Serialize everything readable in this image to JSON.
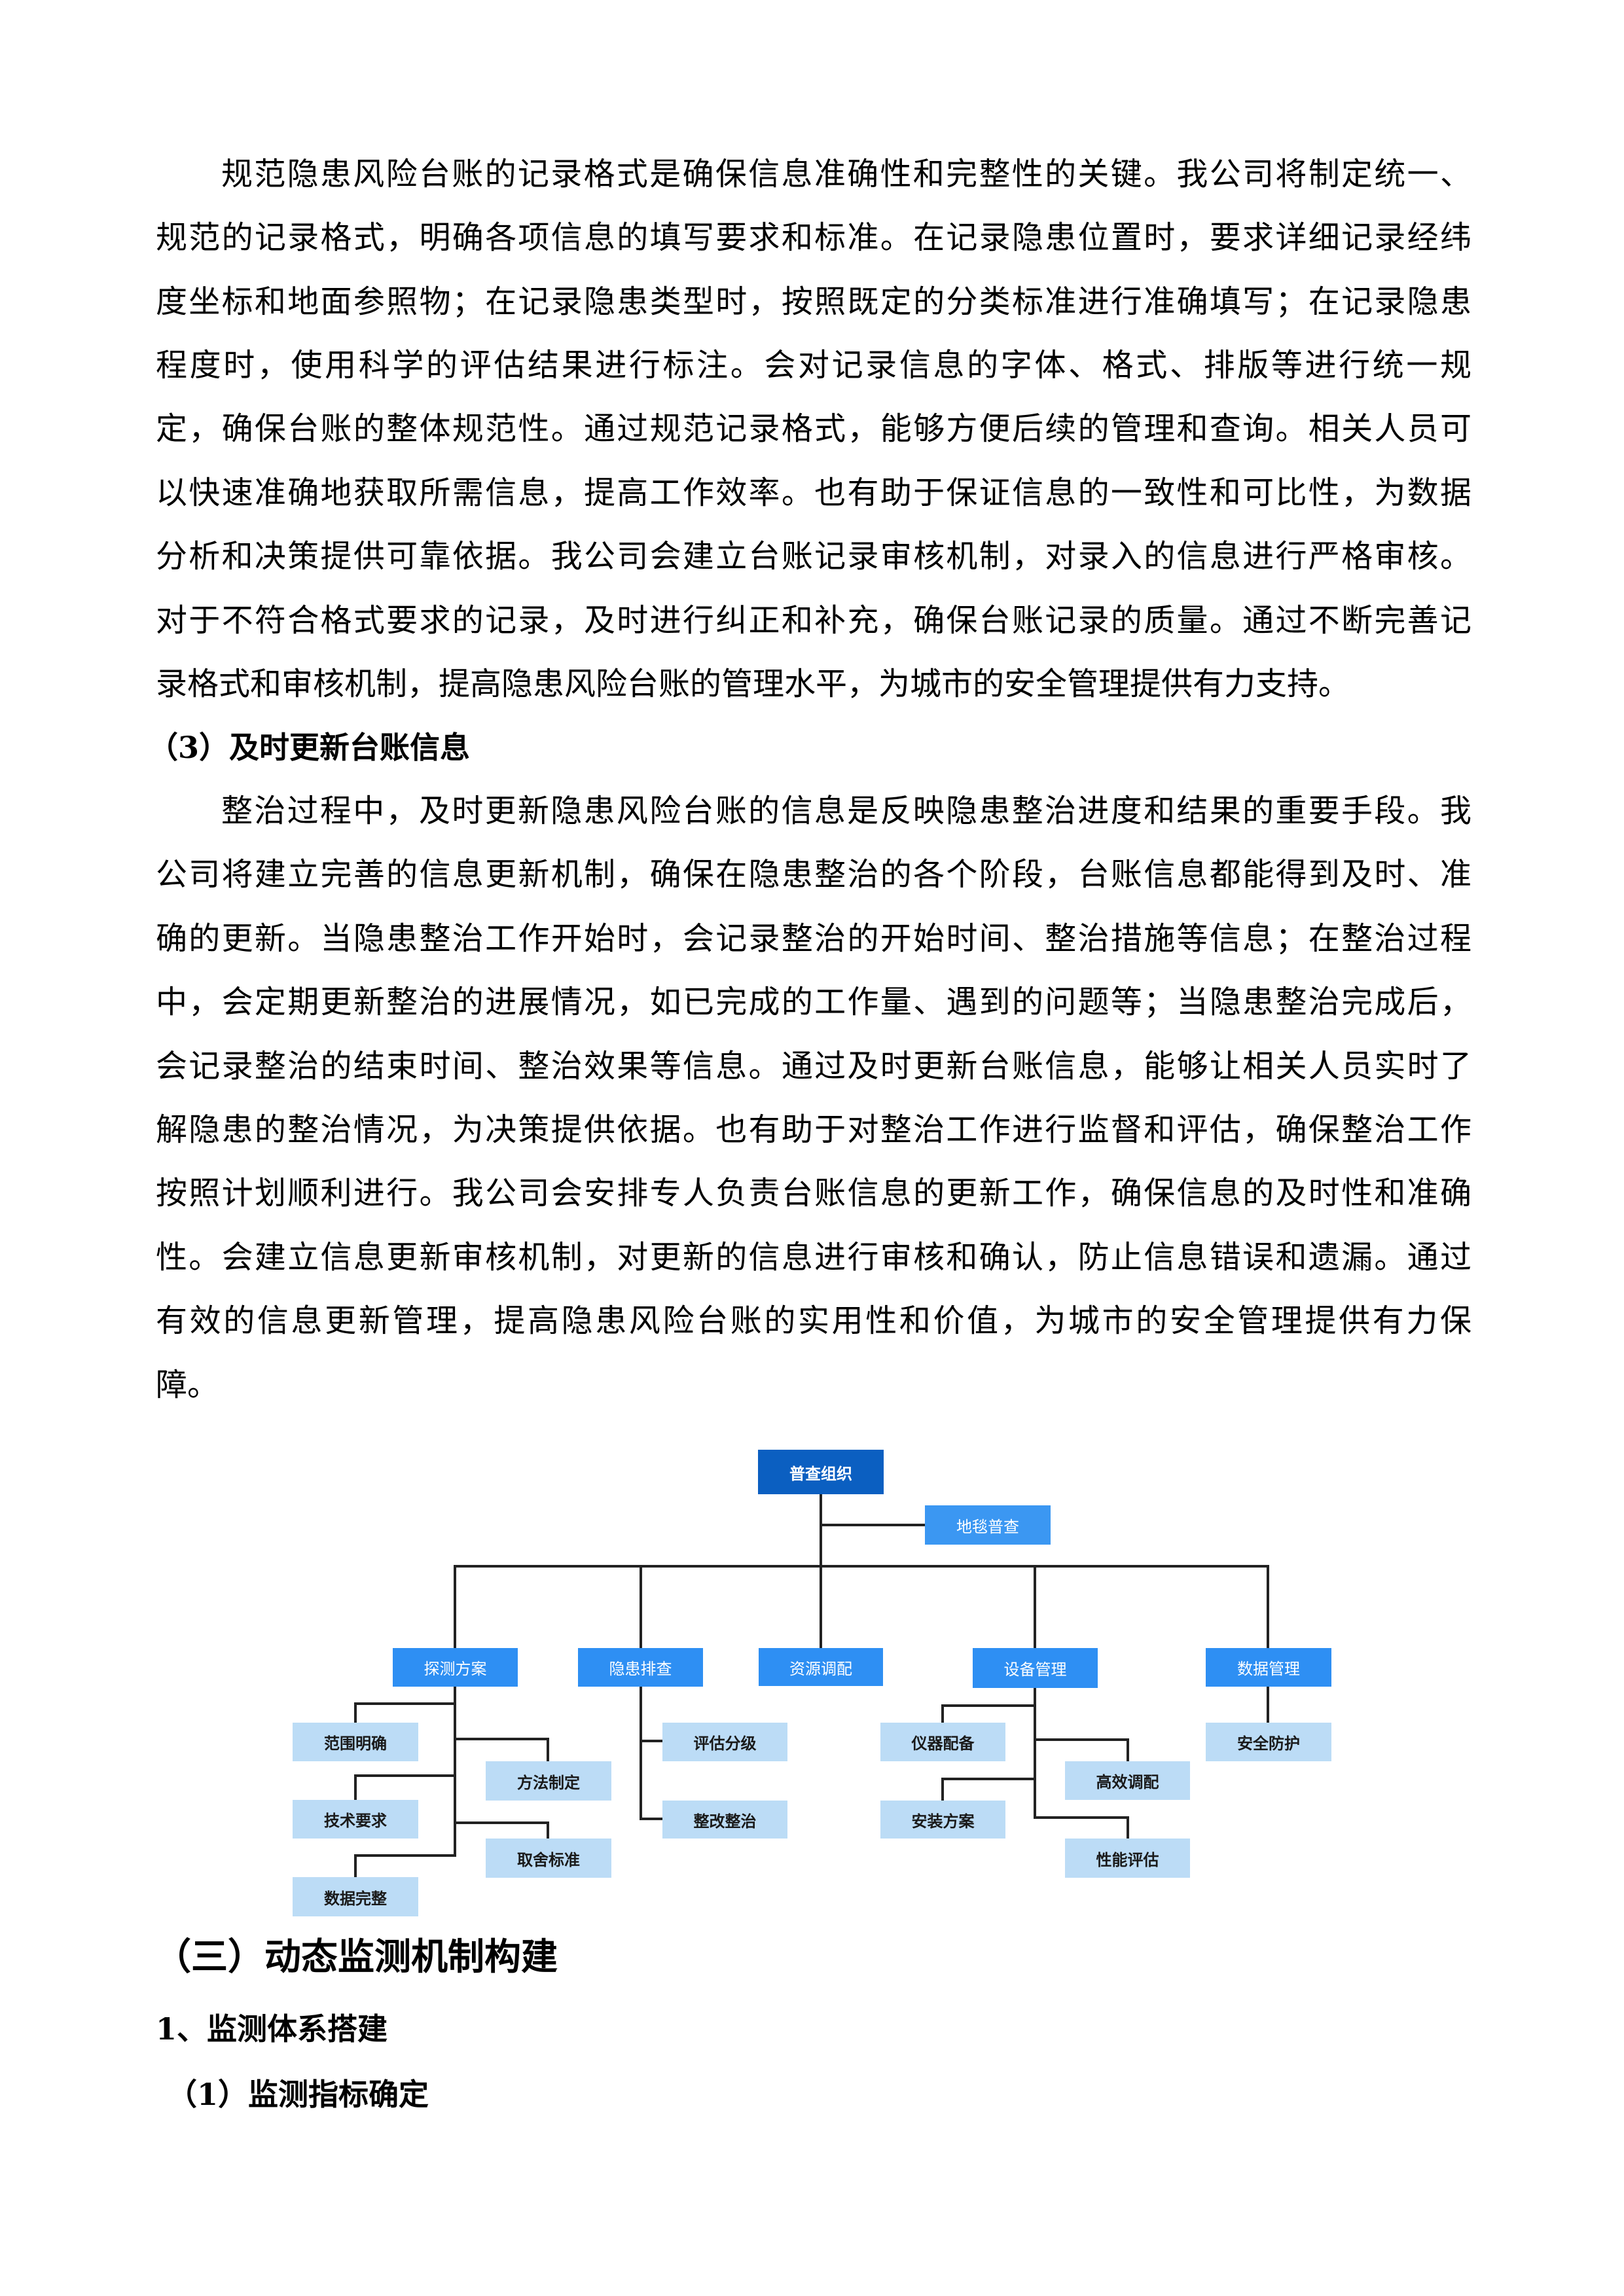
{
  "paragraph1": {
    "lines": [
      "规范隐患风险台账的记录格式是确保信息准确性和完整性的关键。我公司将制定统一、",
      "规范的记录格式，明确各项信息的填写要求和标准。在记录隐患位置时，要求详细记录经纬",
      "度坐标和地面参照物；在记录隐患类型时，按照既定的分类标准进行准确填写；在记录隐患",
      "程度时，使用科学的评估结果进行标注。会对记录信息的字体、格式、排版等进行统一规",
      "定，确保台账的整体规范性。通过规范记录格式，能够方便后续的管理和查询。相关人员可",
      "以快速准确地获取所需信息，提高工作效率。也有助于保证信息的一致性和可比性，为数据",
      "分析和决策提供可靠依据。我公司会建立台账记录审核机制，对录入的信息进行严格审核。",
      "对于不符合格式要求的记录，及时进行纠正和补充，确保台账记录的质量。通过不断完善记",
      "录格式和审核机制，提高隐患风险台账的管理水平，为城市的安全管理提供有力支持。"
    ]
  },
  "heading3": "（3）及时更新台账信息",
  "paragraph2": {
    "lines": [
      "整治过程中，及时更新隐患风险台账的信息是反映隐患整治进度和结果的重要手段。我",
      "公司将建立完善的信息更新机制，确保在隐患整治的各个阶段，台账信息都能得到及时、准",
      "确的更新。当隐患整治工作开始时，会记录整治的开始时间、整治措施等信息；在整治过程",
      "中，会定期更新整治的进展情况，如已完成的工作量、遇到的问题等；当隐患整治完成后，",
      "会记录整治的结束时间、整治效果等信息。通过及时更新台账信息，能够让相关人员实时了",
      "解隐患的整治情况，为决策提供依据。也有助于对整治工作进行监督和评估，确保整治工作",
      "按照计划顺利进行。我公司会安排专人负责台账信息的更新工作，确保信息的及时性和准确",
      "性。会建立信息更新审核机制，对更新的信息进行审核和确认，防止信息错误和遗漏。通过",
      "有效的信息更新管理，提高隐患风险台账的实用性和价值，为城市的安全管理提供有力保",
      "障。"
    ]
  },
  "diagram": {
    "root": "普查组织",
    "side": "地毯普查",
    "branches": [
      {
        "label": "探测方案",
        "children": [
          "范围明确",
          "方法制定",
          "技术要求",
          "取舍标准",
          "数据完整"
        ]
      },
      {
        "label": "隐患排查",
        "children": [
          "评估分级",
          "整改整治"
        ]
      },
      {
        "label": "资源调配",
        "children": []
      },
      {
        "label": "设备管理",
        "children": [
          "仪器配备",
          "高效调配",
          "安装方案",
          "性能评估"
        ]
      },
      {
        "label": "数据管理",
        "children": [
          "安全防护"
        ]
      }
    ],
    "colors": {
      "root": "#0b5fc1",
      "level2": "#2e8ff3",
      "level3": "#bcdcf6",
      "lines": "#222222"
    }
  },
  "section_heading": "（三）动态监测机制构建",
  "sub_heading_1": "1、监测体系搭建",
  "sub_heading_1_1": "（1）监测指标确定"
}
